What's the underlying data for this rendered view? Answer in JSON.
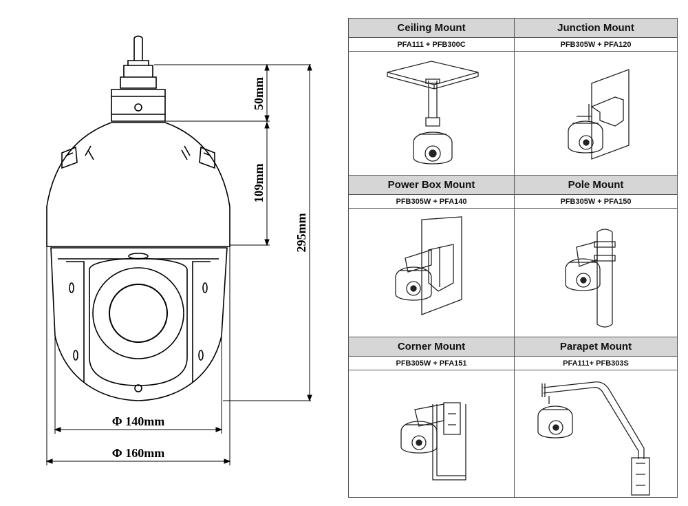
{
  "dimensions": {
    "height_top": "50mm",
    "height_dome": "109mm",
    "height_total": "295mm",
    "diameter_inner": "Φ 140mm",
    "diameter_outer": "Φ 160mm"
  },
  "mounts": [
    {
      "name": "Ceiling Mount",
      "parts": "PFA111 + PFB300C",
      "icon": "ceiling-mount-icon"
    },
    {
      "name": "Junction Mount",
      "parts": "PFB305W + PFA120",
      "icon": "junction-mount-icon"
    },
    {
      "name": "Power Box Mount",
      "parts": "PFB305W + PFA140",
      "icon": "power-box-mount-icon"
    },
    {
      "name": "Pole Mount",
      "parts": "PFB305W + PFA150",
      "icon": "pole-mount-icon"
    },
    {
      "name": "Corner Mount",
      "parts": "PFB305W + PFA151",
      "icon": "corner-mount-icon"
    },
    {
      "name": "Parapet Mount",
      "parts": "PFA111+ PFB303S",
      "icon": "parapet-mount-icon"
    }
  ]
}
